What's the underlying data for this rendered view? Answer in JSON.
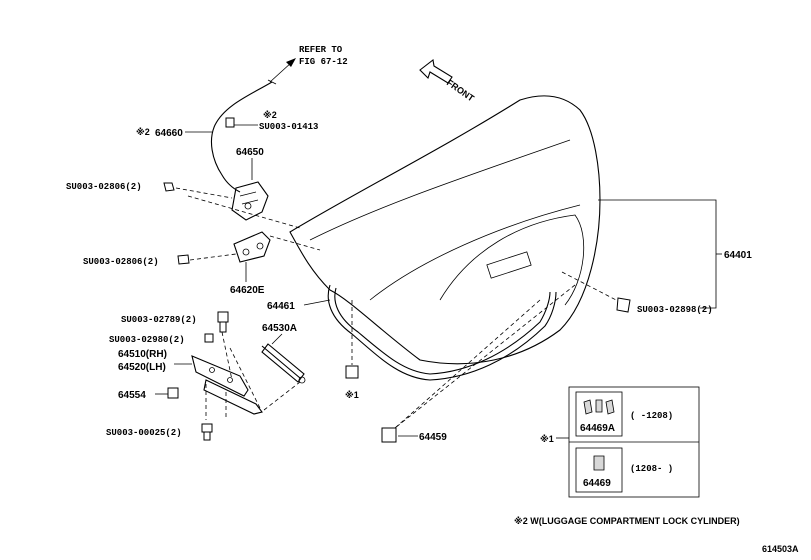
{
  "refer": {
    "line1": "REFER TO",
    "line2": "FIG 67-12"
  },
  "front_label": "FRONT",
  "parts": {
    "p64660": "64660",
    "p64650": "64650",
    "p64620E": "64620E",
    "p64461": "64461",
    "p64530A": "64530A",
    "p64510": "64510(RH)",
    "p64520": "64520(LH)",
    "p64554": "64554",
    "p64459": "64459",
    "p64401": "64401",
    "p64469A": "64469A",
    "p64469": "64469"
  },
  "bolts": {
    "b01413": "SU003-01413",
    "b02806a": "SU003-02806(2)",
    "b02806b": "SU003-02806(2)",
    "b02789": "SU003-02789(2)",
    "b02980": "SU003-02980(2)",
    "b00025": "SU003-00025(2)",
    "b02898": "SU003-02898(2)"
  },
  "marks": {
    "m2_64660": "※2",
    "m2_01413": "※2",
    "m1_clip": "※1",
    "m1_table": "※1"
  },
  "table": {
    "row1_range": "(     -1208)",
    "row2_range": "(1208-      )"
  },
  "footnote": "※2 W(LUGGAGE COMPARTMENT LOCK CYLINDER)",
  "figure_id": "614503A"
}
